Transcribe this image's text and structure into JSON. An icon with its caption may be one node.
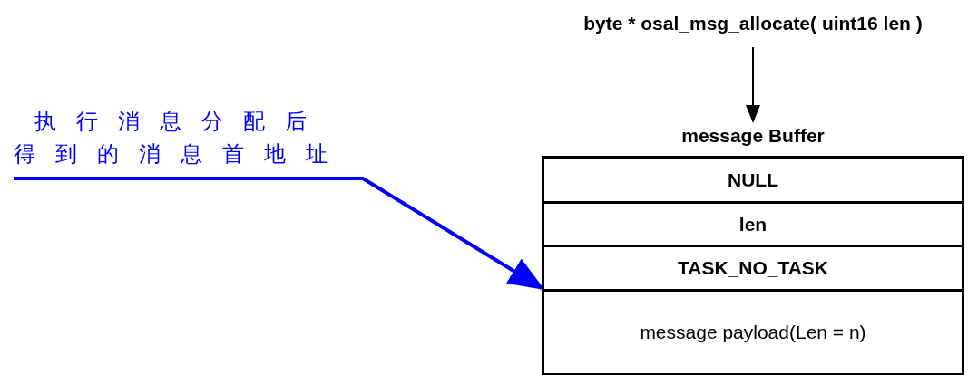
{
  "diagram": {
    "nodes": [
      {
        "text": [
          "byte * osal_msg_allocate( uint16 len )"
        ]
      },
      {
        "text": [
          "message Buffer"
        ]
      },
      {
        "text": [
          "NULL"
        ],
        "in": 1
      },
      {
        "text": [
          "len"
        ],
        "in": 1
      },
      {
        "text": [
          "TASK_NO_TASK"
        ],
        "in": 1
      },
      {
        "text": [
          "message payload(Len = n)"
        ],
        "in": 1
      },
      {
        "text": [
          "执行消息分配后得到的消息首地址"
        ]
      }
    ],
    "edges": [
      {
        "from": 0,
        "to": 1,
        "arrow": "to"
      },
      {
        "from": 6,
        "to": 5,
        "arrow": "to",
        "style": "thick",
        "color": "#0000ff"
      }
    ]
  }
}
